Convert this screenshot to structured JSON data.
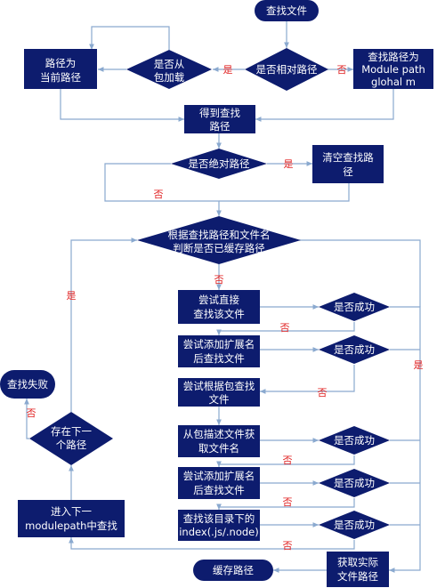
{
  "nodes": {
    "start": "查找文件",
    "is_relative": "是否相对路径",
    "from_package": [
      "是否从",
      "包加载"
    ],
    "path_current": [
      "路径为",
      "当前路径"
    ],
    "path_module": [
      "查找路径为",
      "Module path",
      "glohal m"
    ],
    "got_path": [
      "得到查找",
      "路径"
    ],
    "is_absolute": "是否绝对路径",
    "clear_path": [
      "清空查找路",
      "径"
    ],
    "cache_check": [
      "根据查找路径和文件名",
      "判断是否已缓存路径"
    ],
    "try_direct": [
      "尝试直接",
      "查找该文件"
    ],
    "success1": "是否成功",
    "try_ext": [
      "尝试添加扩展名",
      "后查找文件"
    ],
    "success2": "是否成功",
    "try_package": [
      "尝试根据包查找",
      "文件"
    ],
    "from_desc": [
      "从包描述文件获",
      "取文件名"
    ],
    "success3": "是否成功",
    "try_ext2": [
      "尝试添加扩展名",
      "后查找文件"
    ],
    "success4": "是否成功",
    "find_index": [
      "查找该目录下的",
      "index(.js/.node)"
    ],
    "success5": "是否成功",
    "get_real": [
      "获取实际",
      "文件路径"
    ],
    "cache_path": "缓存路径",
    "next_exists": [
      "存在下一",
      "个路径"
    ],
    "enter_next": [
      "进入下一",
      "modulepath中查找"
    ],
    "fail": "查找失败"
  },
  "labels": {
    "yes": "是",
    "no": "否"
  },
  "colors": {
    "node": "#0d1c6e",
    "edge": "#8aa9cf",
    "label": "#e02020",
    "text": "#ffffff"
  }
}
